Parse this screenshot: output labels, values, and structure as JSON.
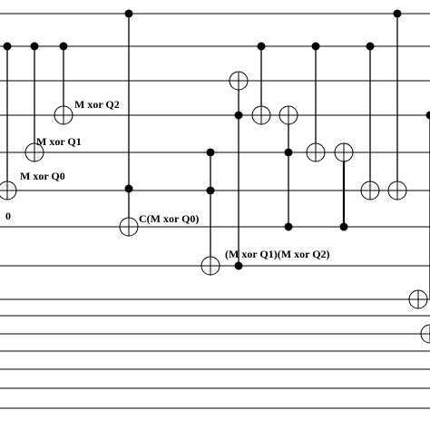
{
  "labels": {
    "m_xor_q2": "M xor Q2",
    "m_xor_q1": "M xor Q1",
    "m_xor_q0": "M xor Q0",
    "zero": "0",
    "c_m_xor_q0": "C(M xor Q0)",
    "product_q1_q2": "(M xor Q1)(M xor Q2)"
  }
}
